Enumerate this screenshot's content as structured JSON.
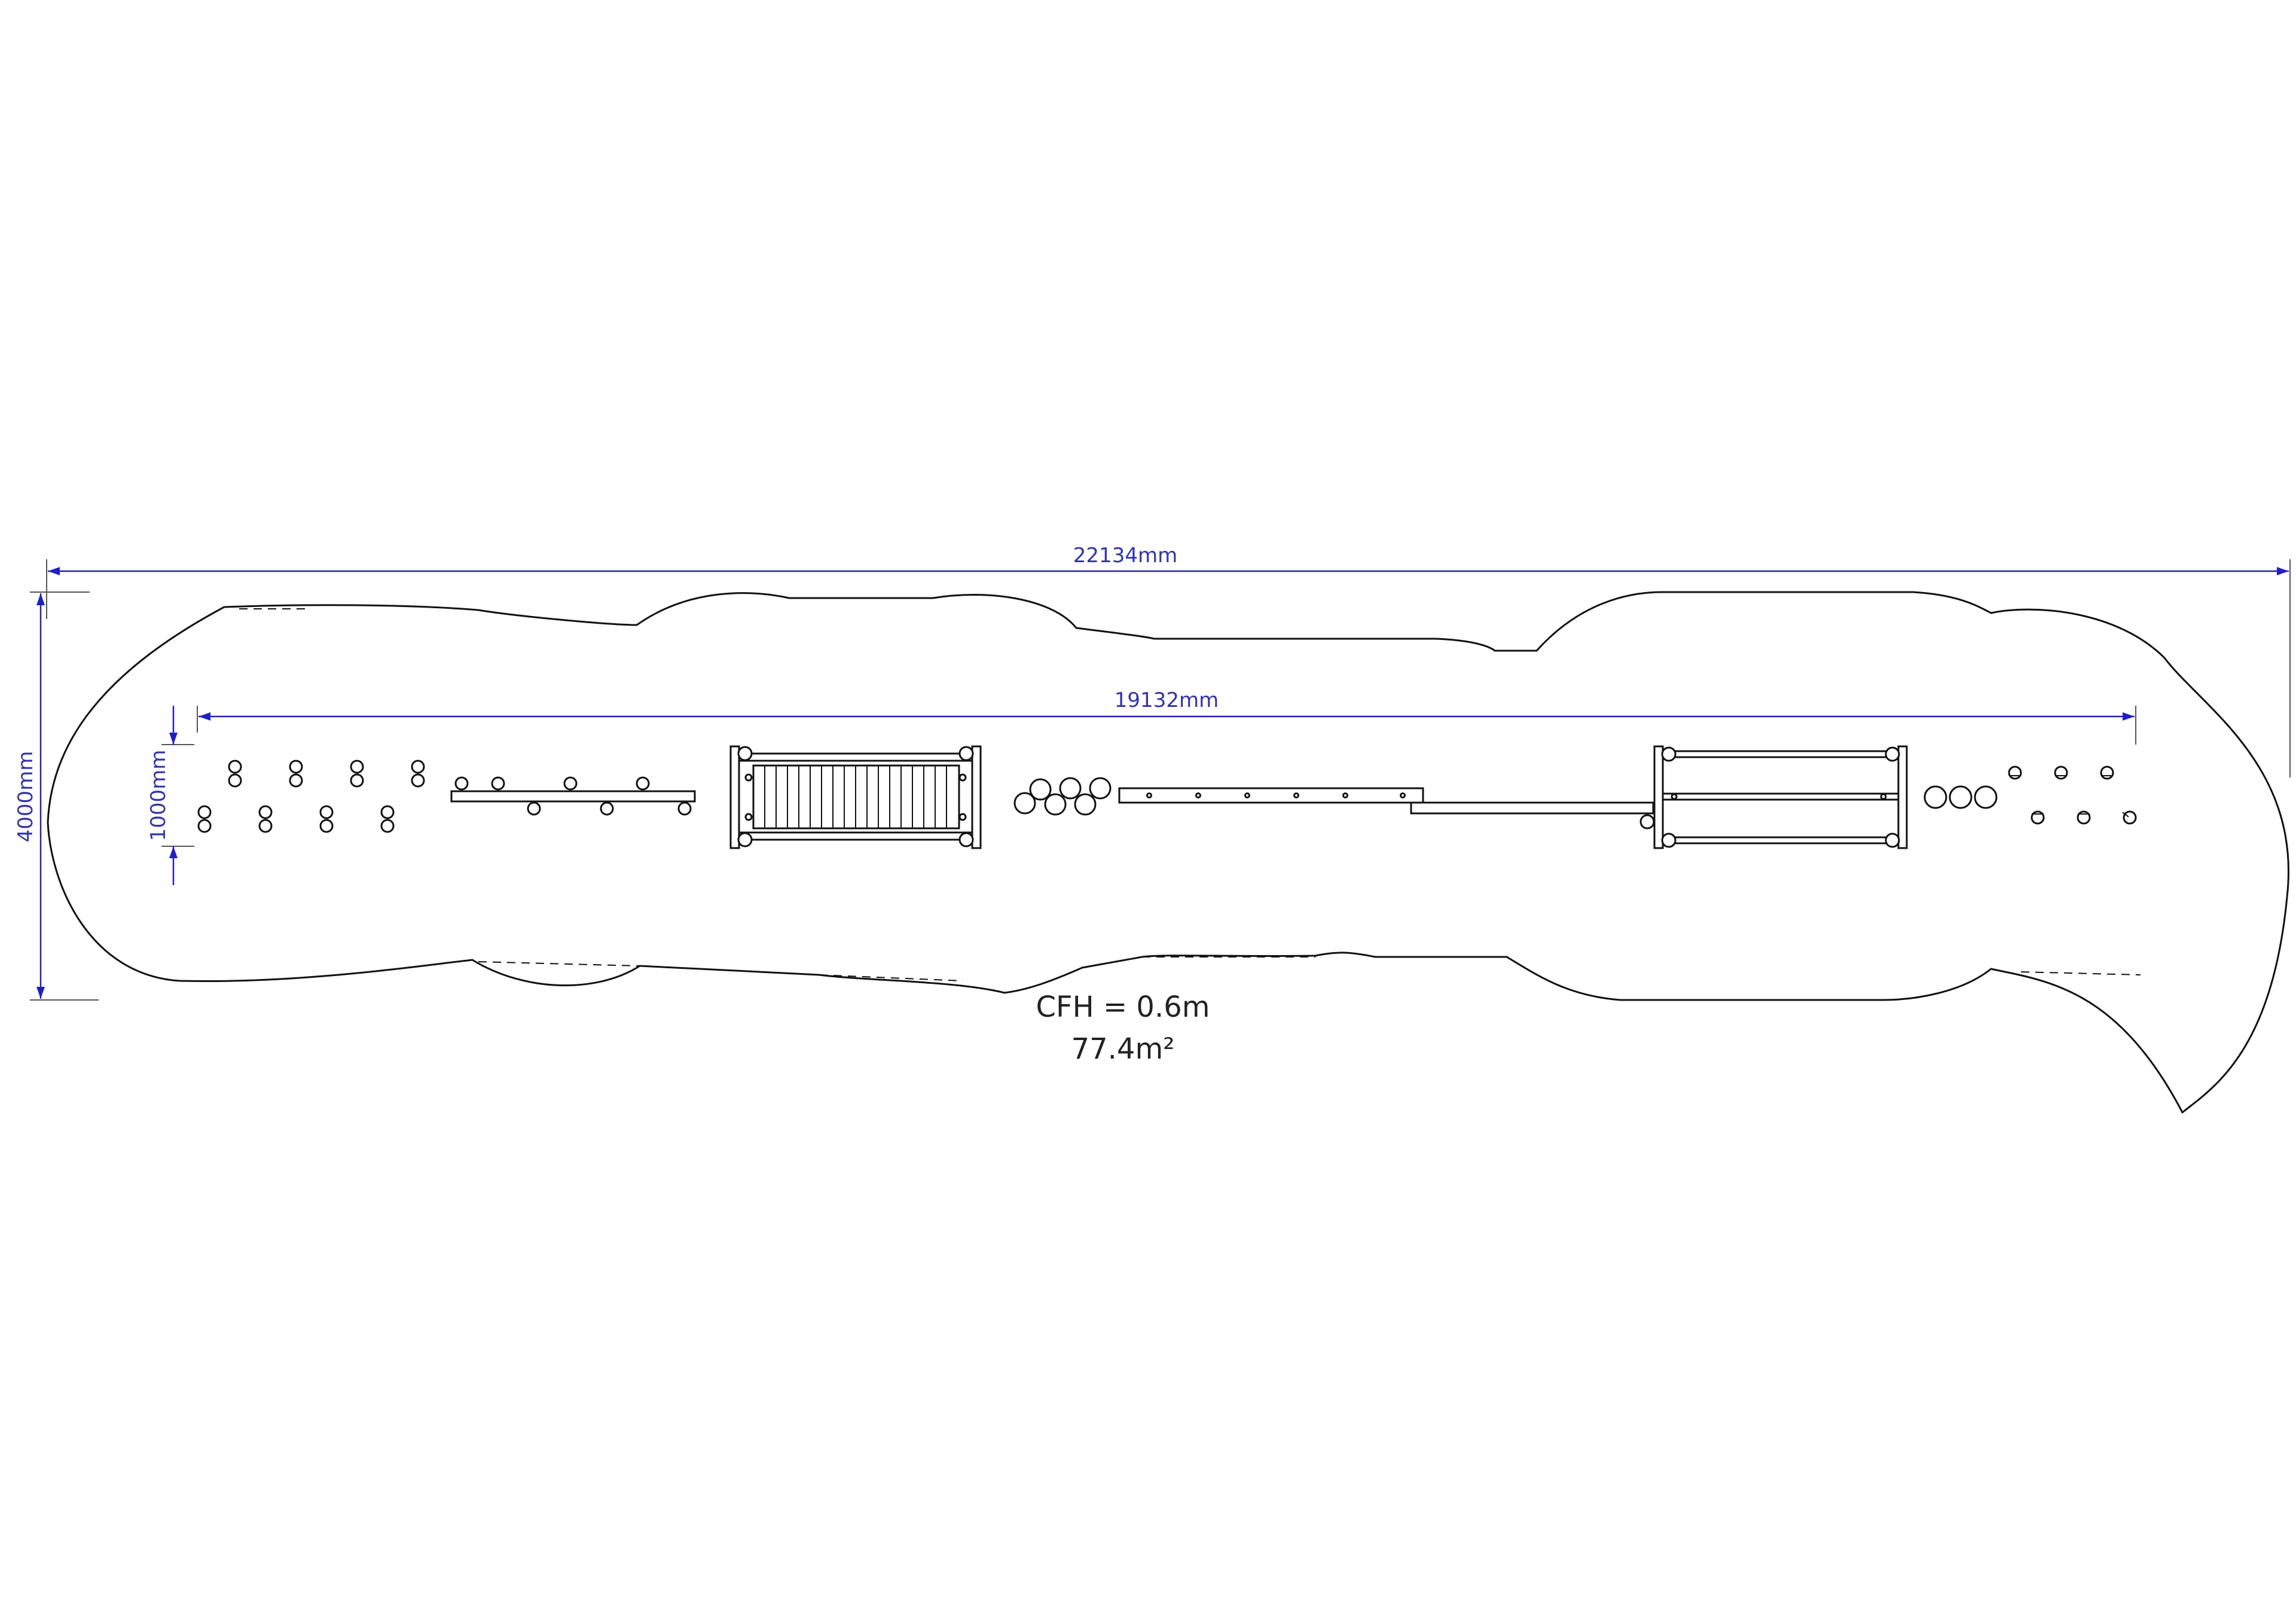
{
  "dimensions": {
    "overall_length": "22134mm",
    "overall_width": "4000mm",
    "equipment_length": "19132mm",
    "spacing": "1000mm"
  },
  "notes": {
    "cfh": "CFH = 0.6m",
    "area": "77.4m²"
  },
  "colors": {
    "dimension": "#2020c0",
    "ink": "#111111",
    "background": "#ffffff"
  }
}
